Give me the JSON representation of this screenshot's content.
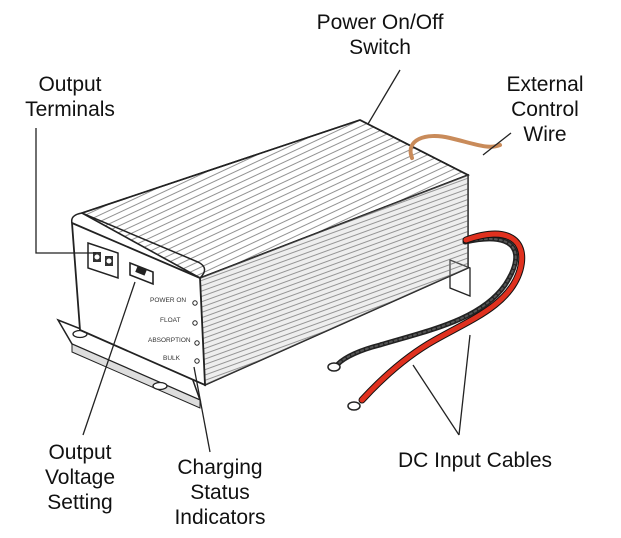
{
  "labels": {
    "power_switch": [
      "Power On/Off",
      "Switch"
    ],
    "external_wire": [
      "External",
      "Control",
      "Wire"
    ],
    "output_terminals": [
      "Output",
      "Terminals"
    ],
    "output_voltage": [
      "Output",
      "Voltage",
      "Setting"
    ],
    "charging_status": [
      "Charging",
      "Status",
      "Indicators"
    ],
    "dc_input": [
      "DC Input Cables"
    ]
  },
  "indicators": [
    "POWER ON",
    "FLOAT",
    "ABSORPTION",
    "BULK"
  ],
  "colors": {
    "red_cable": "#e0311f",
    "control_wire": "#c98b5a",
    "line": "#222222"
  }
}
